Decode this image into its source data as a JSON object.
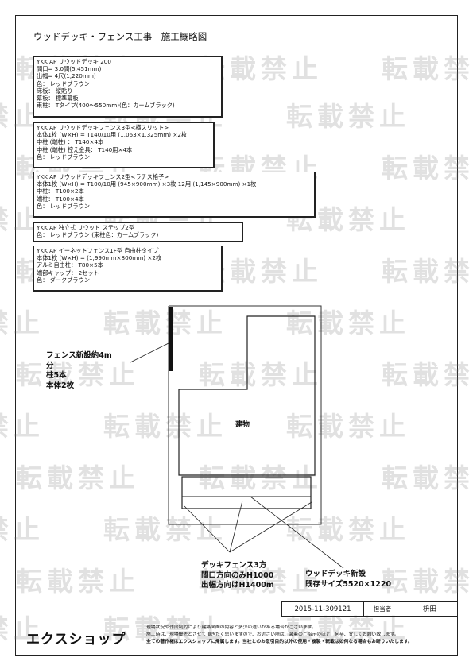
{
  "title": "ウッドデッキ・フェンス工事　施工概略図",
  "watermark_text": "転載禁止",
  "spec_boxes": [
    {
      "lines": [
        "YKK AP リウッドデッキ 200",
        "間口= 3.0間(5,451mm)",
        "出幅= 4尺(1,220mm)",
        "色： レッドブラウン",
        "床板： 縦貼り",
        "幕板： 標準幕板",
        "束柱： Tタイプ(400～550mm)(色：カームブラック)"
      ]
    },
    {
      "lines": [
        "YKK AP リウッドデッキフェンス3型<横スリット>",
        "本体1枚 (W×H) = T140/10用 (1,063×1,325mm) ×2枚",
        "中柱 (端柱) ： T140×4本",
        "中柱 (端柱) 控え金具： T140用×4本",
        "色： レッドブラウン"
      ]
    },
    {
      "lines": [
        "YKK AP リウッドデッキフェンス2型<ラチス格子>",
        "本体1枚 (W×H) = T100/10用 (945×900mm) ×3枚 12用 (1,145×900mm) ×1枚",
        "中柱： T100×2本",
        "端柱： T100×4本",
        "色： レッドブラウン"
      ]
    },
    {
      "lines": [
        "YKK AP 独立式 リウッド ステップ2型",
        "色： レッドブラウン (束柱色：カームブラック)"
      ]
    },
    {
      "lines": [
        "YKK AP イーネットフェンス1F型 自由柱タイプ",
        "本体1枚 (W×H) = (1,990mm×800mm) ×2枚",
        "アルミ自由柱： T80×5本",
        "端部キャップ： 2セット",
        "色： ダークブラウン"
      ]
    }
  ],
  "plan_notes": {
    "fence": [
      "フェンス新設約4m",
      "分",
      "柱5本",
      "本体2枚"
    ],
    "building": "建物",
    "deck_fence": [
      "デッキフェンス3方",
      "間口方向のみH1000",
      "出幅方向はH1400m"
    ],
    "deck": [
      "ウッドデッキ新設",
      "既存サイズ5520×1220"
    ]
  },
  "footer": {
    "doc_no": "2015-11-309121",
    "staff_label": "担当者",
    "staff_name": "枡田",
    "logo": "エクスショップ",
    "legal": [
      "現場状況や作図制約により建築図面の内容と多少の違いがある場合がございます。",
      "施工時は、現場優先とさせて頂きたく思いますので、お近さい際は、装着のご指示のほど、何卒、宜しくお願い致します。",
      "全ての著作権はエクスショップに帰属します。当社とのお取引目的以外の使用・複製・転載は如何なる場合もお断りいたします。"
    ]
  }
}
